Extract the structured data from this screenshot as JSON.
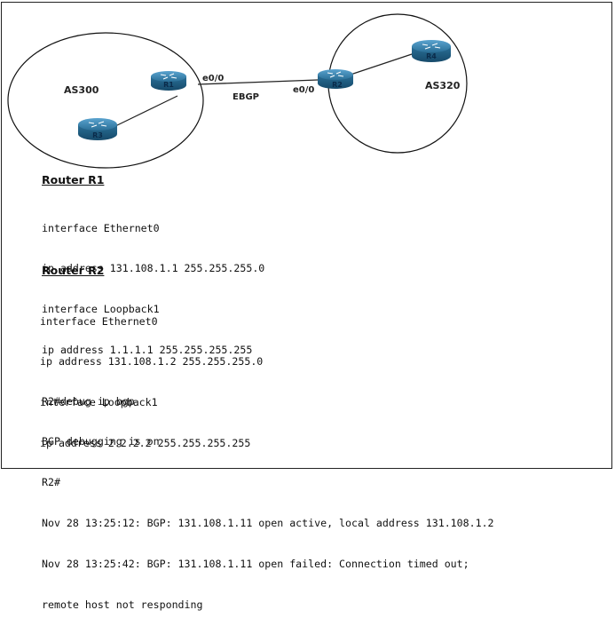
{
  "topology": {
    "as_left": "AS300",
    "as_right": "AS320",
    "link_label": "EBGP",
    "r1_interface": "e0/0",
    "r2_interface": "e0/0",
    "routers": {
      "r1": "R1",
      "r2": "R2",
      "r3": "R3",
      "r4": "R4"
    },
    "router_color": "#2a6f97"
  },
  "r1_config": {
    "heading": "Router R1",
    "lines": [
      "interface Ethernet0",
      "ip address 131.108.1.1 255.255.255.0",
      "interface Loopback1",
      "ip address 1.1.1.1 255.255.255.255"
    ]
  },
  "r2_config": {
    "heading": "Router R2",
    "lines": [
      "interface Ethernet0",
      "ip address 131.108.1.2 255.255.255.0",
      "interface Loopback1",
      "ip address 2.2.2.2 255.255.255.255"
    ]
  },
  "debug": {
    "lines": [
      "R2#debug ip bgp",
      "BGP debugging is on",
      "R2#",
      "Nov 28 13:25:12: BGP: 131.108.1.11 open active, local address 131.108.1.2",
      "Nov 28 13:25:42: BGP: 131.108.1.11 open failed: Connection timed out;",
      "remote host not responding"
    ]
  }
}
